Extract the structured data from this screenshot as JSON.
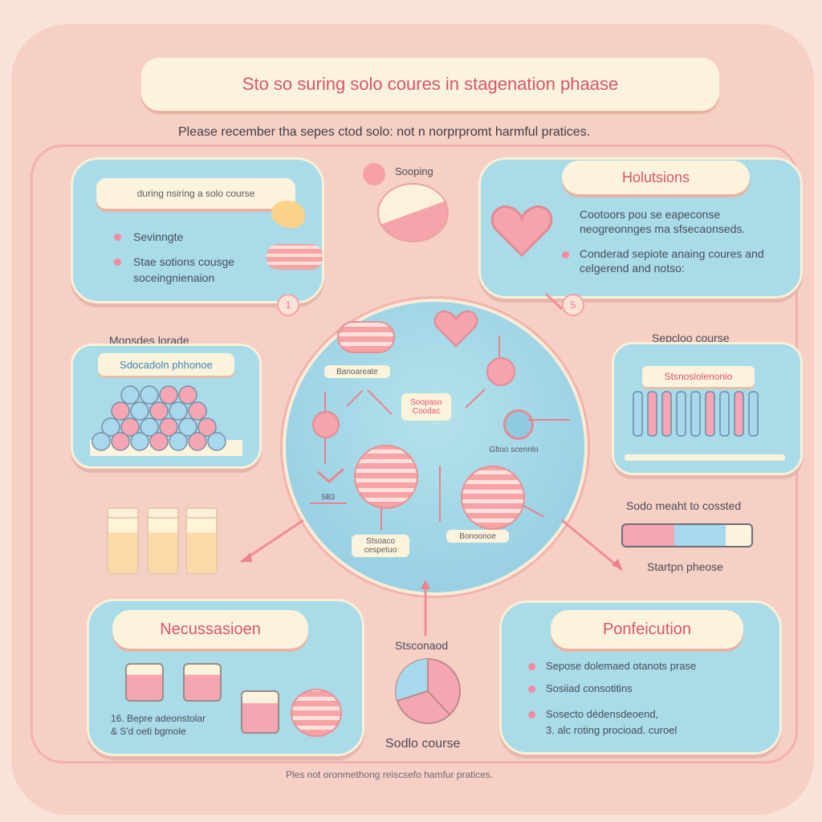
{
  "title": "Sto so suring solo coures in stagenation phaase",
  "subtitle": "Please recember tha sepes ctod solo: not n norprpromt harmful pratices.",
  "top_center": {
    "label": "Sooping"
  },
  "left_top_card": {
    "header": "during nsiring a solo course",
    "items": [
      "Sevinngte",
      "Stae sotions cousge",
      "soceingnienaion"
    ]
  },
  "right_top_card": {
    "header": "Holutsions",
    "items": [
      "Cootoors pou se eapeconse neogreonnges ma sfsecaonseds.",
      "Conderad sepiote anaing coures and celgerend and notso:"
    ]
  },
  "step_markers": [
    "1",
    "5"
  ],
  "left_mid": {
    "heading": "Monsdes lorade",
    "pill": "Sdocadoln phhonoe"
  },
  "right_mid": {
    "heading": "Sepcloo course",
    "pill": "Stsnoslolenonio"
  },
  "center": {
    "labels": [
      "Banoareate",
      "Soopaso Coodac",
      "Gltoo scennlo",
      "Stsoaco cespetuo",
      "Bonoonoe",
      "SB3"
    ]
  },
  "right_low": {
    "heading": "Sodo meaht to cossted",
    "caption": "Startpn pheose"
  },
  "bottom_left_card": {
    "header": "Necussasioen",
    "notes": [
      "16. Bepre adeonstolar",
      "& S'd oeti bgmole"
    ]
  },
  "bottom_center": {
    "label_top": "Stsconaod",
    "label_bottom": "Sodlo course"
  },
  "bottom_right_card": {
    "header": "Ponfeicution",
    "items": [
      "Sepose dolemaed otanots prase",
      "Sosiiad consotitins",
      "Sosecto dédensdeoend,",
      "3. alc roting procioad. curoel"
    ]
  },
  "footer": {
    "text": "Ples not oronmethong reiscsefo hamfur pratices."
  },
  "colors": {
    "accent_pink": "#f38aa2",
    "card_blue": "#a9dbe8",
    "cream": "#fcf3dc",
    "title_red": "#d7566b"
  }
}
